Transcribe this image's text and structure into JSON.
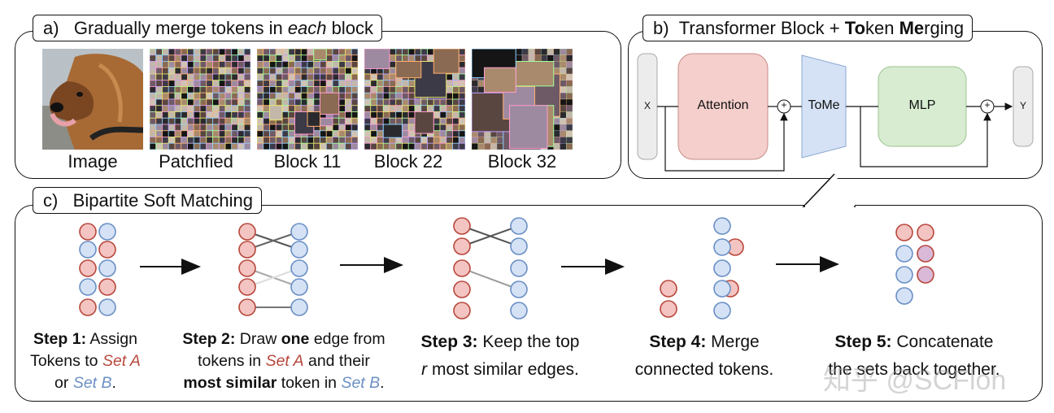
{
  "panel_a": {
    "tab_prefix": "a)",
    "tab_text_1": "Gradually merge tokens in ",
    "tab_text_em": "each",
    "tab_text_2": " block",
    "tiles": [
      {
        "label": "Image"
      },
      {
        "label": "Patchfied"
      },
      {
        "label": "Block 11"
      },
      {
        "label": "Block 22"
      },
      {
        "label": "Block 32"
      }
    ]
  },
  "panel_b": {
    "tab_prefix": "b)",
    "tab_text_1": "Transformer Block + ",
    "tab_bold_1": "To",
    "tab_text_2": "ken ",
    "tab_bold_2": "Me",
    "tab_text_3": "rging",
    "x_label": "X",
    "attention_label": "Attention",
    "tome_label": "ToMe",
    "mlp_label": "MLP",
    "y_label": "Y",
    "plus": "+",
    "colors": {
      "attention": "#f4cfcc",
      "tome": "#d5e2f6",
      "mlp": "#d7ecd1",
      "io": "#ececec"
    }
  },
  "panel_c": {
    "tab_prefix": "c)",
    "tab_text": "Bipartite Soft Matching",
    "steps": [
      {
        "title": "Step 1:",
        "t1": " Assign",
        "t2": "Tokens to ",
        "seta": "Set A",
        "t3": "or ",
        "setb": "Set B",
        "t4": "."
      },
      {
        "title": "Step 2:",
        "t1": " Draw ",
        "bold": "one",
        "t2": " edge from",
        "t3": "tokens in ",
        "seta": "Set A",
        "t4": " and their",
        "bold2": "most similar",
        "t5": " token in ",
        "setb": "Set B",
        "t6": "."
      },
      {
        "title": "Step 3:",
        "t1": " Keep the top",
        "r": "r",
        "t2": " most similar edges."
      },
      {
        "title": "Step 4:",
        "t1": " Merge",
        "t2": "connected tokens."
      },
      {
        "title": "Step 5:",
        "t1": " Concatenate",
        "t2": "the sets back together."
      }
    ],
    "colors": {
      "set_a": "#f3c4c1",
      "set_a_stroke": "#b8473c",
      "set_b": "#d5e2f6",
      "set_b_stroke": "#6a8fc4",
      "merged": "#d9b8d8"
    }
  },
  "watermark": "知乎 @SCFloh"
}
